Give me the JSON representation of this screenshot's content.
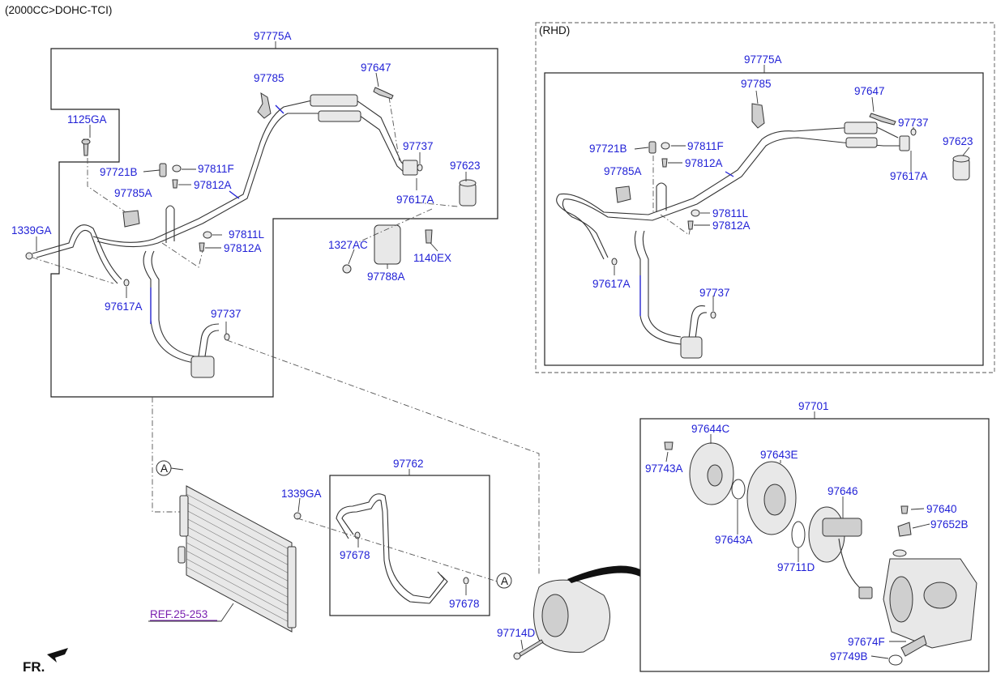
{
  "header": {
    "engine": "(2000CC>DOHC-TCI)"
  },
  "rhd": {
    "title": "(RHD)"
  },
  "footer": {
    "ref": "REF.25-253",
    "fr": "FR."
  },
  "labels": {
    "l_97775A": "97775A",
    "l_1125GA": "1125GA",
    "l_97785_top": "97785",
    "l_97647": "97647",
    "l_97737_a": "97737",
    "l_97623": "97623",
    "l_97617A_a": "97617A",
    "l_97721B": "97721B",
    "l_97811F": "97811F",
    "l_97812A_a": "97812A",
    "l_97785A": "97785A",
    "l_1339GA_a": "1339GA",
    "l_97811L": "97811L",
    "l_97812A_b": "97812A",
    "l_1327AC": "1327AC",
    "l_1140EX": "1140EX",
    "l_97788A": "97788A",
    "l_97617A_b": "97617A",
    "l_97737_b": "97737",
    "r_97775A": "97775A",
    "r_97785": "97785",
    "r_97647": "97647",
    "r_97737_a": "97737",
    "r_97623": "97623",
    "r_97721B": "97721B",
    "r_97811F": "97811F",
    "r_97785A": "97785A",
    "r_97812A_a": "97812A",
    "r_97617A_a": "97617A",
    "r_97811L": "97811L",
    "r_97812A_b": "97812A",
    "r_97617A_b": "97617A",
    "r_97737_b": "97737",
    "c_97701": "97701",
    "c_97644C": "97644C",
    "c_97643E": "97643E",
    "c_97743A": "97743A",
    "c_97646": "97646",
    "c_97640": "97640",
    "c_97652B": "97652B",
    "c_97643A": "97643A",
    "c_97711D": "97711D",
    "c_97674F": "97674F",
    "c_97749B": "97749B",
    "h_97762": "97762",
    "h_1339GA": "1339GA",
    "h_97678_a": "97678",
    "h_97678_b": "97678",
    "m_97714D": "97714D",
    "m_A1": "A",
    "m_A2": "A"
  }
}
